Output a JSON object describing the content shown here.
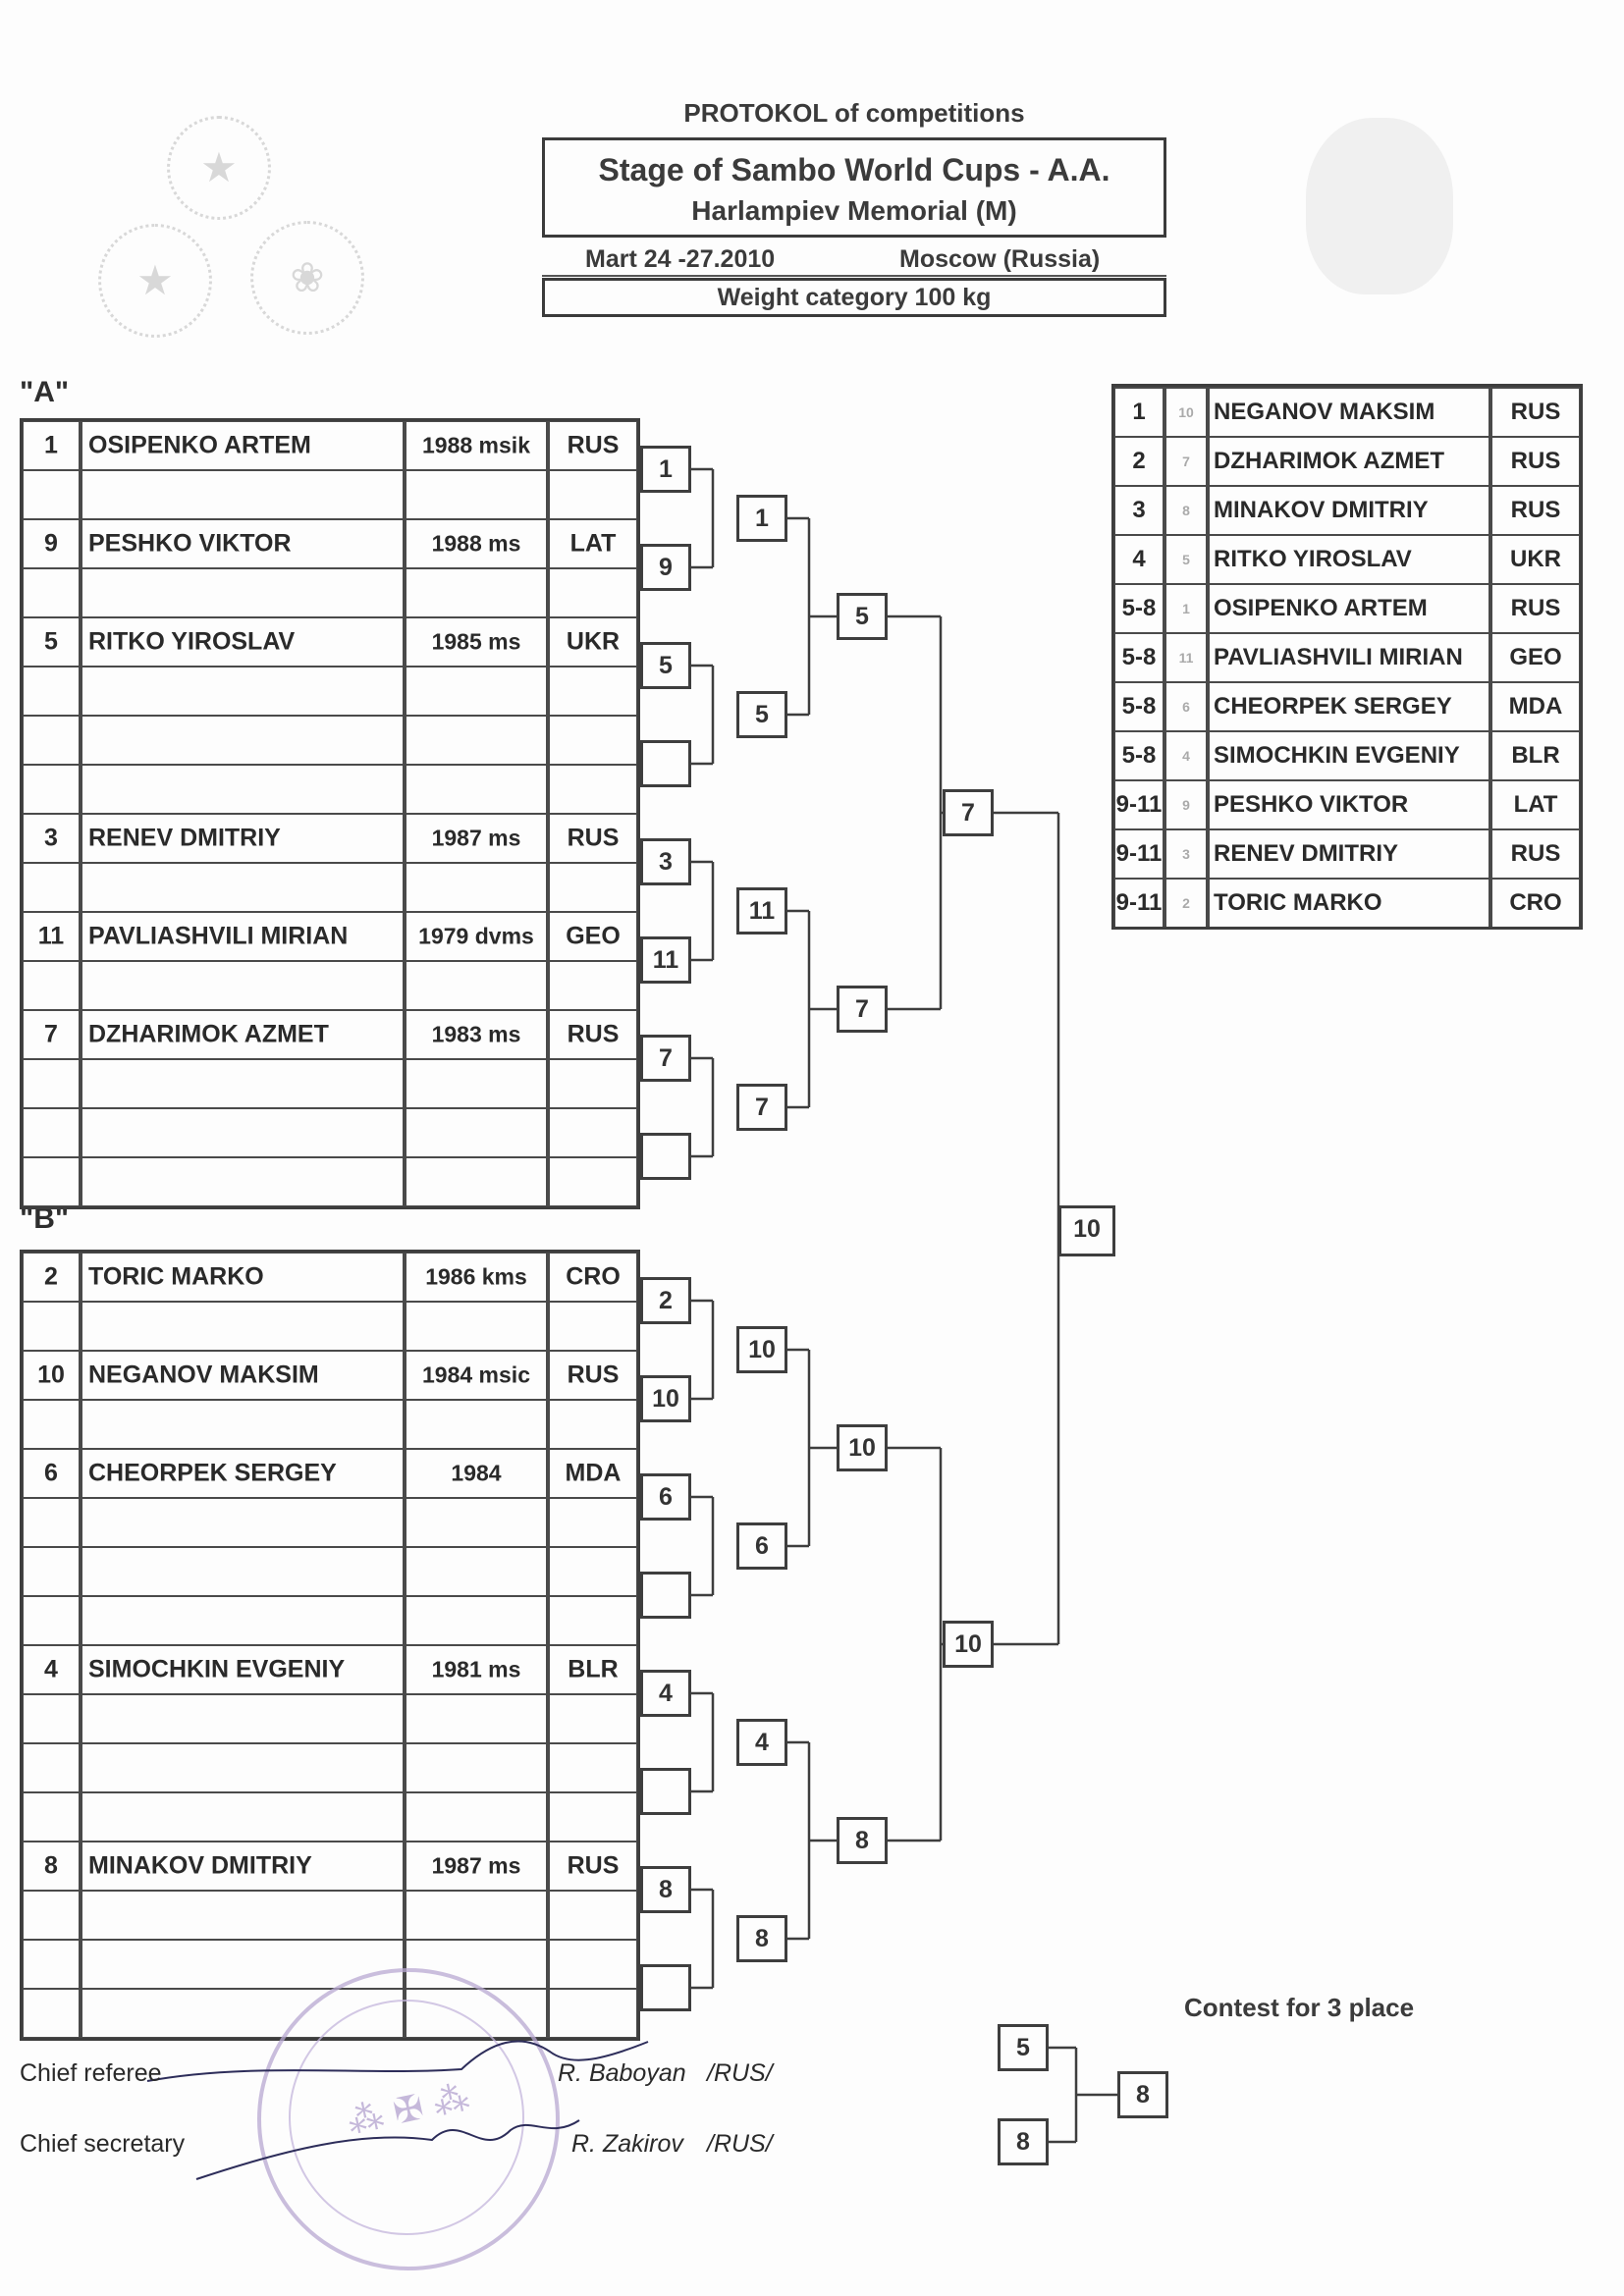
{
  "header": {
    "caption": "PROTOKOL of competitions",
    "title_line1": "Stage of Sambo World  Cups -  A.A.",
    "title_line2": "Harlampiev Memorial (M)",
    "dates": "Mart  24 -27.2010",
    "location": "Moscow (Russia)",
    "weight_category": "Weight category 100 kg"
  },
  "group_a": {
    "label": "\"A\"",
    "rows": [
      {
        "num": "1",
        "name": "OSIPENKO ARTEM",
        "year": "1988 msik",
        "country": "RUS"
      },
      {
        "num": "",
        "name": "",
        "year": "",
        "country": ""
      },
      {
        "num": "9",
        "name": "PESHKO VIKTOR",
        "year": "1988 ms",
        "country": "LAT"
      },
      {
        "num": "",
        "name": "",
        "year": "",
        "country": ""
      },
      {
        "num": "5",
        "name": "RITKO YIROSLAV",
        "year": "1985 ms",
        "country": "UKR"
      },
      {
        "num": "",
        "name": "",
        "year": "",
        "country": ""
      },
      {
        "num": "",
        "name": "",
        "year": "",
        "country": ""
      },
      {
        "num": "",
        "name": "",
        "year": "",
        "country": ""
      },
      {
        "num": "3",
        "name": "RENEV DMITRIY",
        "year": "1987 ms",
        "country": "RUS"
      },
      {
        "num": "",
        "name": "",
        "year": "",
        "country": ""
      },
      {
        "num": "11",
        "name": "PAVLIASHVILI MIRIAN",
        "year": "1979 dvms",
        "country": "GEO"
      },
      {
        "num": "",
        "name": "",
        "year": "",
        "country": ""
      },
      {
        "num": "7",
        "name": "DZHARIMOK AZMET",
        "year": "1983 ms",
        "country": "RUS"
      },
      {
        "num": "",
        "name": "",
        "year": "",
        "country": ""
      },
      {
        "num": "",
        "name": "",
        "year": "",
        "country": ""
      },
      {
        "num": "",
        "name": "",
        "year": "",
        "country": ""
      }
    ],
    "round1": [
      "1",
      "9",
      "5",
      "",
      "3",
      "11",
      "7",
      ""
    ],
    "round2": [
      "1",
      "5",
      "11",
      "7"
    ],
    "round3": [
      "5",
      "7"
    ],
    "final": "7"
  },
  "group_b": {
    "label": "\"B\"",
    "rows": [
      {
        "num": "2",
        "name": "TORIC MARKO",
        "year": "1986 kms",
        "country": "CRO"
      },
      {
        "num": "",
        "name": "",
        "year": "",
        "country": ""
      },
      {
        "num": "10",
        "name": "NEGANOV MAKSIM",
        "year": "1984 msic",
        "country": "RUS"
      },
      {
        "num": "",
        "name": "",
        "year": "",
        "country": ""
      },
      {
        "num": "6",
        "name": "CHEORPEK SERGEY",
        "year": "1984",
        "country": "MDA"
      },
      {
        "num": "",
        "name": "",
        "year": "",
        "country": ""
      },
      {
        "num": "",
        "name": "",
        "year": "",
        "country": ""
      },
      {
        "num": "",
        "name": "",
        "year": "",
        "country": ""
      },
      {
        "num": "4",
        "name": "SIMOCHKIN EVGENIY",
        "year": "1981 ms",
        "country": "BLR"
      },
      {
        "num": "",
        "name": "",
        "year": "",
        "country": ""
      },
      {
        "num": "",
        "name": "",
        "year": "",
        "country": ""
      },
      {
        "num": "",
        "name": "",
        "year": "",
        "country": ""
      },
      {
        "num": "8",
        "name": "MINAKOV DMITRIY",
        "year": "1987 ms",
        "country": "RUS"
      },
      {
        "num": "",
        "name": "",
        "year": "",
        "country": ""
      },
      {
        "num": "",
        "name": "",
        "year": "",
        "country": ""
      },
      {
        "num": "",
        "name": "",
        "year": "",
        "country": ""
      }
    ],
    "round1": [
      "2",
      "10",
      "6",
      "",
      "4",
      "",
      "8",
      ""
    ],
    "round2": [
      "10",
      "6",
      "4",
      "8"
    ],
    "round3": [
      "10",
      "8"
    ],
    "final": "10"
  },
  "winner": "10",
  "results": [
    {
      "place": "1",
      "num": "10",
      "name": "NEGANOV MAKSIM",
      "country": "RUS"
    },
    {
      "place": "2",
      "num": "7",
      "name": "DZHARIMOK AZMET",
      "country": "RUS"
    },
    {
      "place": "3",
      "num": "8",
      "name": "MINAKOV DMITRIY",
      "country": "RUS"
    },
    {
      "place": "4",
      "num": "5",
      "name": "RITKO YIROSLAV",
      "country": "UKR"
    },
    {
      "place": "5-8",
      "num": "1",
      "name": "OSIPENKO ARTEM",
      "country": "RUS"
    },
    {
      "place": "5-8",
      "num": "11",
      "name": "PAVLIASHVILI MIRIAN",
      "country": "GEO"
    },
    {
      "place": "5-8",
      "num": "6",
      "name": "CHEORPEK SERGEY",
      "country": "MDA"
    },
    {
      "place": "5-8",
      "num": "4",
      "name": "SIMOCHKIN EVGENIY",
      "country": "BLR"
    },
    {
      "place": "9-11",
      "num": "9",
      "name": "PESHKO VIKTOR",
      "country": "LAT"
    },
    {
      "place": "9-11",
      "num": "3",
      "name": "RENEV DMITRIY",
      "country": "RUS"
    },
    {
      "place": "9-11",
      "num": "2",
      "name": "TORIC MARKO",
      "country": "CRO"
    }
  ],
  "third_place": {
    "title": "Contest for 3 place",
    "entrants": [
      "5",
      "8"
    ],
    "winner": "8"
  },
  "officials": [
    {
      "role": "Chief referee",
      "name": "R. Baboyan",
      "country": "/RUS/"
    },
    {
      "role": "Chief  secretary",
      "name": "R. Zakirov",
      "country": "/RUS/"
    }
  ],
  "colors": {
    "ink": "#2a2a2a",
    "stamp": "#b3a2cf"
  },
  "icons": [
    "federation-emblem-icon",
    "portrait-photo",
    "official-stamp",
    "signature"
  ]
}
